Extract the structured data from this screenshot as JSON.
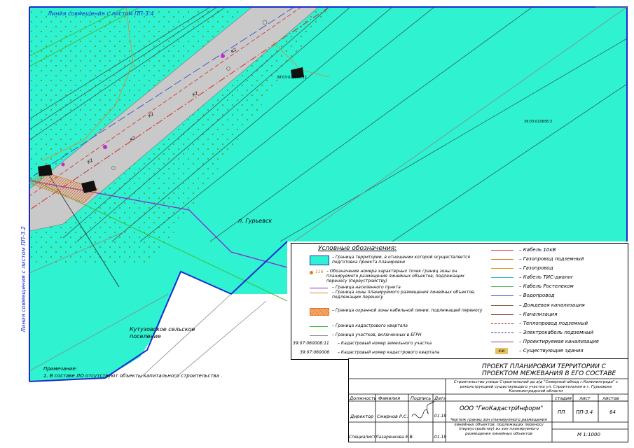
{
  "map": {
    "link_top": "Линия совмещения с листом ПП-3.4",
    "link_left": "Линия совмещения с листом ПП-3.2",
    "settlement": "п. Гурьевск",
    "village": "Кутузовское сельское поселение",
    "cadastral_1": "39:03:010656:3",
    "cadastral_2": "39:03:010656:11",
    "road_labels": [
      "К2",
      "К2",
      "К2",
      "К2",
      "К2"
    ]
  },
  "legend": {
    "title": "Условные обозначения:",
    "left_items": [
      {
        "sym": "cyan-box",
        "text": "– Граница территории, в отношении которой осуществляется подготовка проекта планировки"
      },
      {
        "sym": "point",
        "label": "116",
        "text": "– Обозначение номера характерных точек границ зоны он планируемого размещения линейных объектов, подлежащих переносу (переустройству)"
      },
      {
        "sym": "purple-line",
        "text": "– Граница населенного пункта"
      },
      {
        "sym": "orange-line",
        "text": "– Граница зоны планируемого размещения линейных объектов, подлежащих переносу"
      },
      {
        "sym": "hatch",
        "text": "– Граница охранной зоны кабельной линии, подлежащей переносу"
      },
      {
        "sym": "green-line",
        "text": "– Граница кадастрового квартала"
      },
      {
        "sym": "gray-line",
        "text": "– Граница участков, включенных в ЕГРН"
      },
      {
        "sym": "code",
        "label": "39:07:060008:11",
        "text": "– Кадастровый номер земельного участка"
      },
      {
        "sym": "code",
        "label": "39:07:060008",
        "text": "– Кадастровый номер кадастрового квартала"
      }
    ],
    "right_items": [
      {
        "color": "#e03b3b",
        "text": "– Кабель 10кВ"
      },
      {
        "color": "#c07a1a",
        "text": "– Газопровод подземный"
      },
      {
        "color": "#e0a020",
        "text": "– Газопровод"
      },
      {
        "color": "#36b5d6",
        "text": "– Кабель ТИС-диалог"
      },
      {
        "color": "#4aa84a",
        "text": "– Кабель Ростелеком"
      },
      {
        "color": "#3a5fd0",
        "text": "– Водопровод"
      },
      {
        "color": "#7a5a3a",
        "text": "– Дождевая канализация"
      },
      {
        "color": "#8a3a3a",
        "text": "– Канализация"
      },
      {
        "color": "#c03030",
        "text": "– Теплопровод подземный"
      },
      {
        "color": "#3030a0",
        "text": "– Электрокабель подземный"
      },
      {
        "color": "#a03090",
        "text": "– Проектируемая канализация"
      },
      {
        "color": "#e8c060",
        "label": "кж",
        "text": "– Существующие здания"
      }
    ]
  },
  "note": {
    "title": "Примечание:",
    "text": "1. В составе ЛО отсутствуют объекты капитального строительства ."
  },
  "stamp": {
    "project_title_1": "ПРОЕКТ ПЛАНИРОВКИ ТЕРРИТОРИИ С",
    "project_title_2": "ПРОЕКТОМ МЕЖЕВАНИЯ В ЕГО СОСТАВЕ",
    "object": "Строительство улицы Строительной до а/д \"Северный обход г.Калининграда\" с реконструкцией существующего участка ул. Строительная в г. Гурьевске Калининградской области",
    "head_position": "Должность",
    "head_name": "Фамилия",
    "head_sign": "Подпись",
    "head_date": "Дата",
    "row1_position": "Директор",
    "row1_name": "Смирнов Р.С.",
    "row1_date": "01.19",
    "row2_position": "Специалист",
    "row2_name": "Лазаренкова Е.В.",
    "row2_date": "01.19",
    "company": "ООО \"ГеоКадастрИнформ\"",
    "stage_label": "стадия",
    "sheet_label": "лист",
    "sheets_label": "листов",
    "stage": "ПП",
    "sheet": "ПП-3.4",
    "sheets": "64",
    "drawing": "Чертеж границ зон планируемого размещения линейных объектов, подлежащих переносу (переустройству) из зон планируемого размещения линейных объектов",
    "scale": "М 1:1000"
  }
}
